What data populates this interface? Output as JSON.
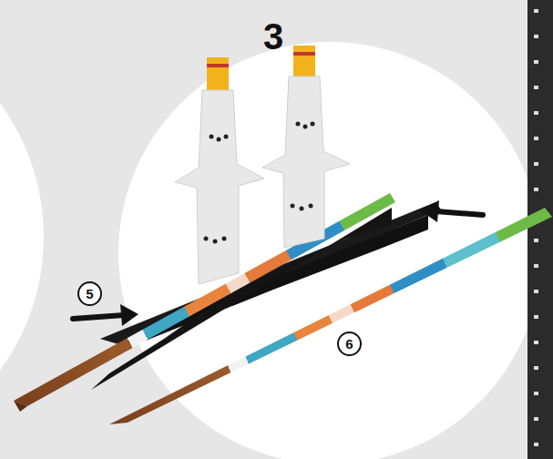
{
  "diagram": {
    "nodes": [
      {
        "text": [
          "5"
        ]
      },
      {
        "text": [
          "6"
        ]
      }
    ],
    "labels": [
      "3"
    ]
  }
}
